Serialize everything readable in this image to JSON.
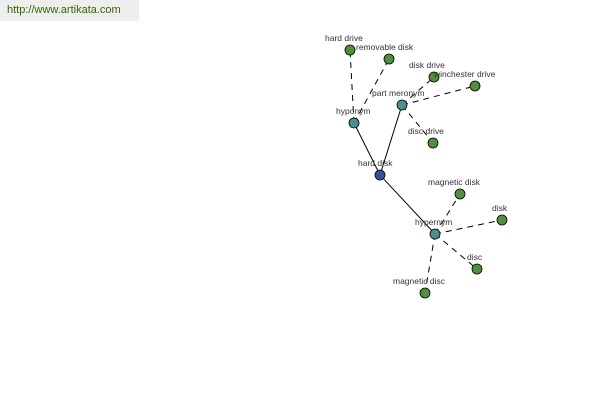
{
  "header": {
    "url_text": "http://www.artikata.com"
  },
  "colors": {
    "leaf": "#4f8f3f",
    "relation": "#4d8f8f",
    "center": "#3a4f9a",
    "url_text": "#336600",
    "url_bg": "#eeeeee"
  },
  "graph": {
    "nodes": [
      {
        "id": "hard-disk",
        "label": "hard disk",
        "kind": "center"
      },
      {
        "id": "hyponym",
        "label": "hyponym",
        "kind": "relation"
      },
      {
        "id": "part-meronym",
        "label": "part meronym",
        "kind": "relation"
      },
      {
        "id": "hypernym",
        "label": "hypernym",
        "kind": "relation"
      },
      {
        "id": "hard-drive",
        "label": "hard drive",
        "kind": "leaf"
      },
      {
        "id": "removable-disk",
        "label": "removable disk",
        "kind": "leaf"
      },
      {
        "id": "disk-drive",
        "label": "disk drive",
        "kind": "leaf"
      },
      {
        "id": "winchester-drive",
        "label": "winchester drive",
        "kind": "leaf"
      },
      {
        "id": "disc-drive",
        "label": "disc drive",
        "kind": "leaf"
      },
      {
        "id": "magnetic-disk",
        "label": "magnetic disk",
        "kind": "leaf"
      },
      {
        "id": "disk",
        "label": "disk",
        "kind": "leaf"
      },
      {
        "id": "disc",
        "label": "disc",
        "kind": "leaf"
      },
      {
        "id": "magnetic-disc",
        "label": "magnetic disc",
        "kind": "leaf"
      }
    ],
    "edges": [
      {
        "from": "hard-disk",
        "to": "hyponym",
        "style": "solid"
      },
      {
        "from": "hard-disk",
        "to": "part-meronym",
        "style": "solid"
      },
      {
        "from": "hard-disk",
        "to": "hypernym",
        "style": "solid"
      },
      {
        "from": "hyponym",
        "to": "hard-drive",
        "style": "dashed"
      },
      {
        "from": "hyponym",
        "to": "removable-disk",
        "style": "dashed"
      },
      {
        "from": "part-meronym",
        "to": "disk-drive",
        "style": "dashed"
      },
      {
        "from": "part-meronym",
        "to": "winchester-drive",
        "style": "dashed"
      },
      {
        "from": "part-meronym",
        "to": "disc-drive",
        "style": "dashed"
      },
      {
        "from": "hypernym",
        "to": "magnetic-disk",
        "style": "dashed"
      },
      {
        "from": "hypernym",
        "to": "disk",
        "style": "dashed"
      },
      {
        "from": "hypernym",
        "to": "disc",
        "style": "dashed"
      },
      {
        "from": "hypernym",
        "to": "magnetic-disc",
        "style": "dashed"
      }
    ]
  }
}
